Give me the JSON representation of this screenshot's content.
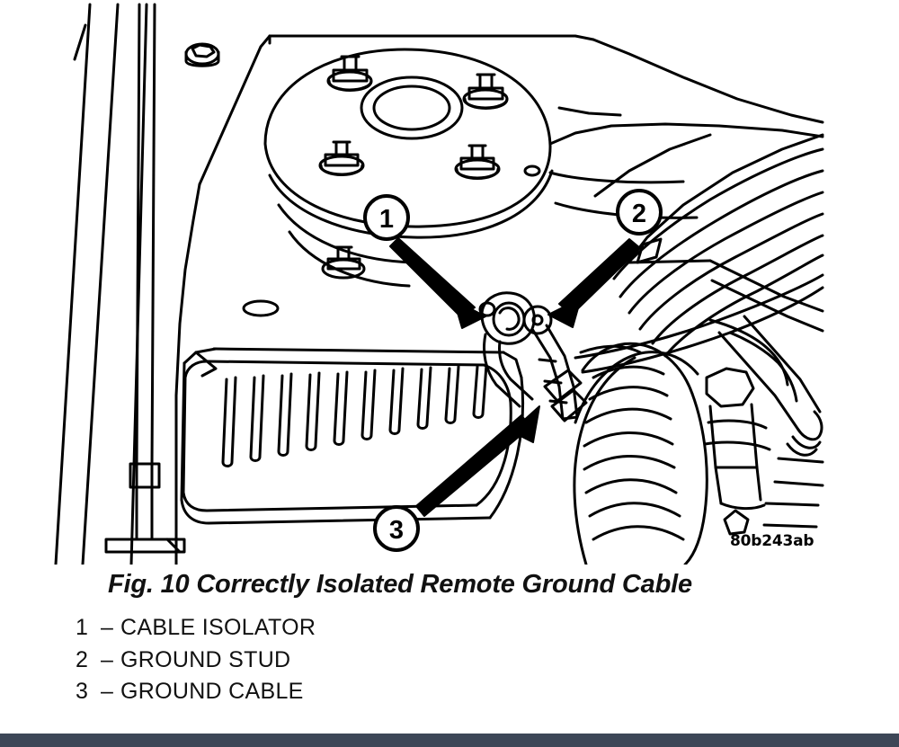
{
  "figure": {
    "id_code": "80b243ab",
    "title": "Fig. 10 Correctly Isolated Remote Ground Cable",
    "callouts": [
      {
        "number": "1",
        "label": "CABLE ISOLATOR"
      },
      {
        "number": "2",
        "label": "GROUND STUD"
      },
      {
        "number": "3",
        "label": "GROUND CABLE"
      }
    ],
    "legend_separator": "–"
  },
  "colors": {
    "line": "#000000",
    "background": "#ffffff",
    "text": "#111111",
    "bottom_bar": "#3d4757"
  },
  "illustration": {
    "description": "Line-art engine compartment view showing strut tower, battery heat shield, engine cover and air intake hose",
    "parts": [
      "strut-tower",
      "strut-mount-nuts",
      "hood-prop-rod",
      "battery-heat-shield",
      "engine-cover",
      "air-intake-hose",
      "ground-stud",
      "cable-isolator",
      "ground-cable"
    ]
  }
}
